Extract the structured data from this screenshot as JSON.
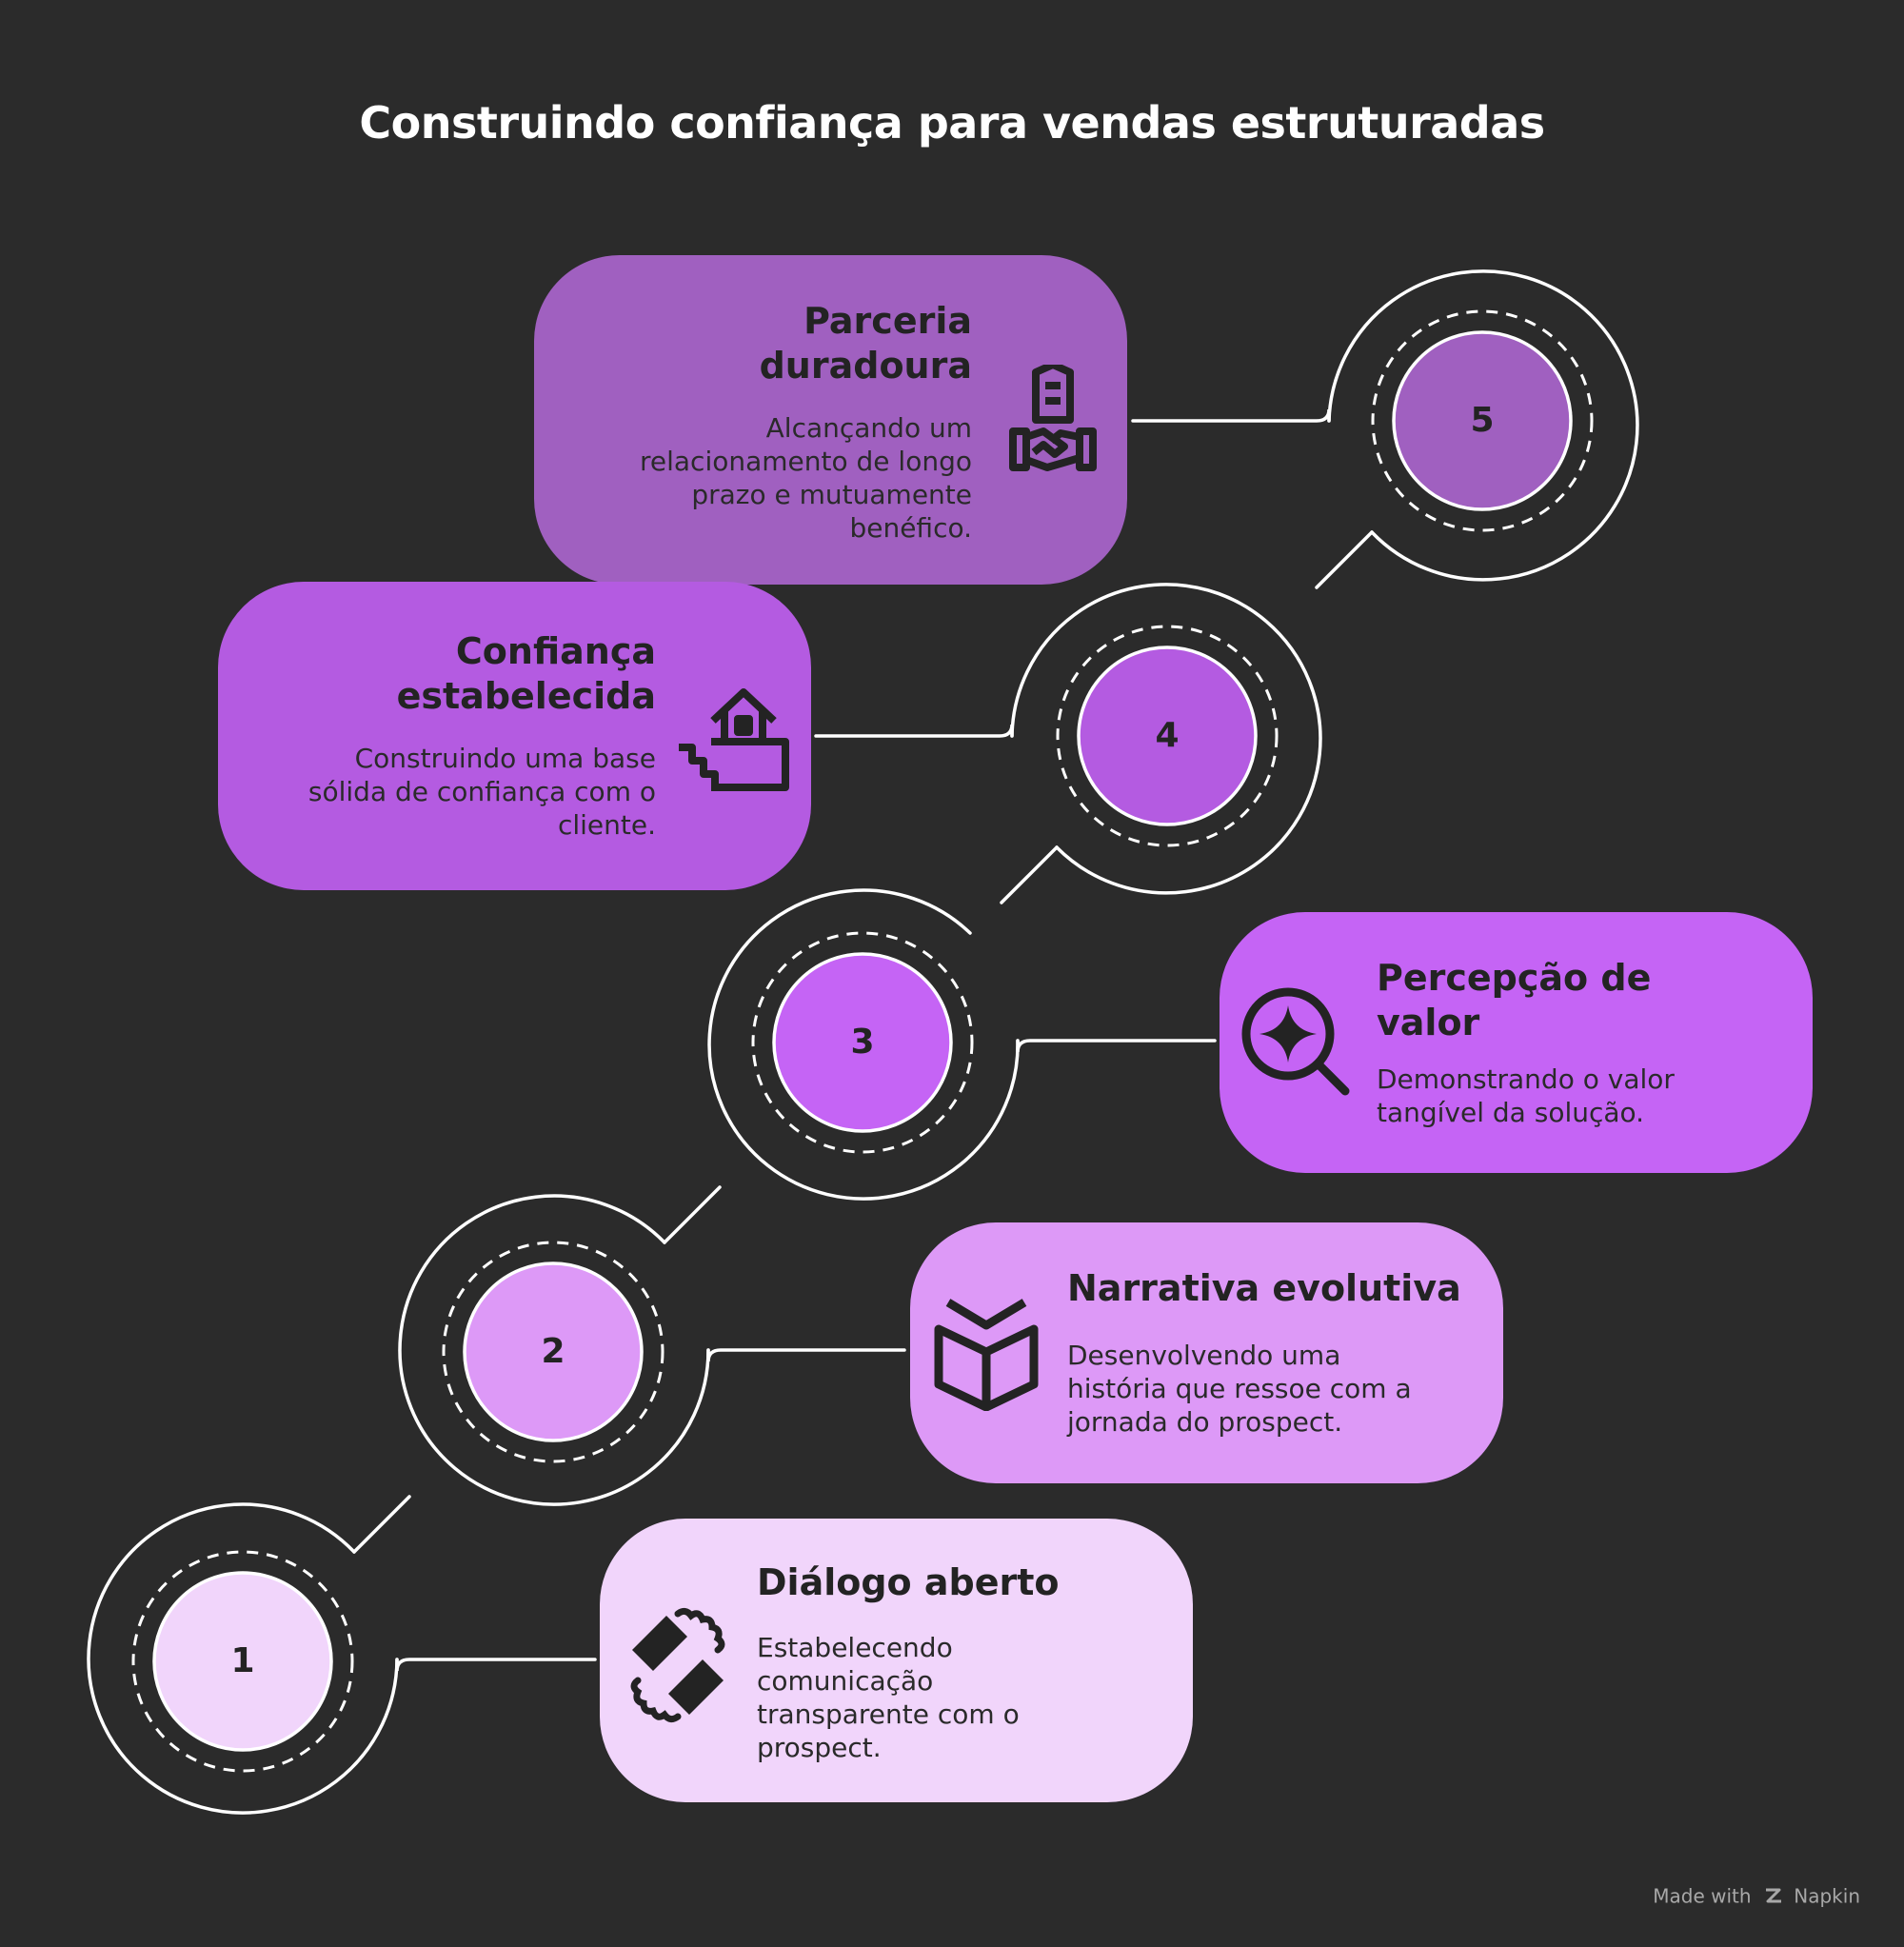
{
  "title": "Construindo confiança para vendas estruturadas",
  "steps": [
    {
      "number": "1",
      "heading": "Diálogo aberto",
      "description": "Estabelecendo comunicação transparente com o prospect.",
      "icon": "handshake-chat-icon",
      "color": "#f1d5fb"
    },
    {
      "number": "2",
      "heading": "Narrativa evolutiva",
      "description": "Desenvolvendo uma história que ressoe com a jornada do prospect.",
      "icon": "open-book-icon",
      "color": "#dd99f7"
    },
    {
      "number": "3",
      "heading": "Percepção de valor",
      "description": "Demonstrando o valor tangível da solução.",
      "icon": "magnifier-sparkle-icon",
      "color": "#c564f5"
    },
    {
      "number": "4",
      "heading": "Confiança estabelecida",
      "description": "Construindo uma base sólida de confiança com o cliente.",
      "icon": "house-on-stairs-icon",
      "color": "#b45be1"
    },
    {
      "number": "5",
      "heading": "Parceria duradoura",
      "description": "Alcançando um relacionamento de longo prazo e mutuamente benéfico.",
      "icon": "handshake-building-icon",
      "color": "#a060c0"
    }
  ],
  "footer": {
    "made_with": "Made with",
    "brand": "Napkin"
  }
}
